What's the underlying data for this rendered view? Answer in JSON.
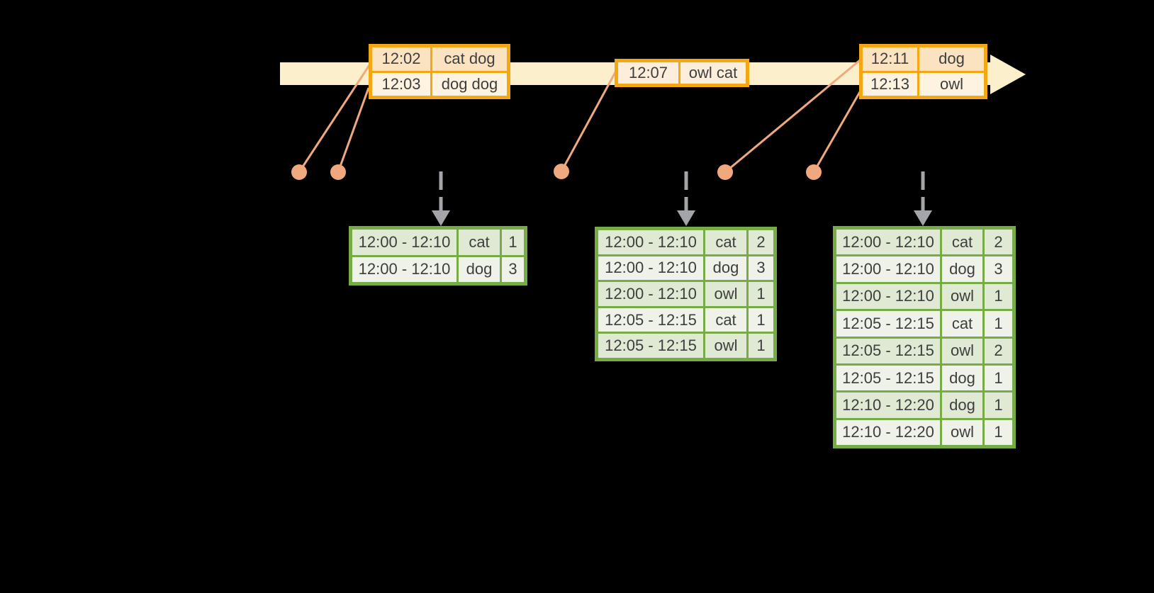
{
  "colors": {
    "bg": "#000000",
    "bar": "#FBF0CB",
    "orange": "#F2A713",
    "peach_dark": "#FBE2C1",
    "peach_light": "#FDF3E0",
    "peach_mid": "#FCEEDA",
    "salmon": "#F0A87E",
    "grey": "#A3A5A8",
    "green": "#77AB45",
    "green_dark": "#DFE9D4",
    "green_light": "#EEF2E9",
    "ink": "#3E3E3E"
  },
  "icons": {
    "timeline_arrow": "right-block-arrow",
    "trigger_arrow": "dashed-down-arrow",
    "event_marker": "filled-circle"
  },
  "event_tables": [
    {
      "rows": [
        {
          "time": "12:02",
          "words": "cat dog"
        },
        {
          "time": "12:03",
          "words": "dog dog"
        }
      ]
    },
    {
      "rows": [
        {
          "time": "12:07",
          "words": "owl cat"
        }
      ]
    },
    {
      "rows": [
        {
          "time": "12:11",
          "words": "dog"
        },
        {
          "time": "12:13",
          "words": "owl"
        }
      ]
    }
  ],
  "result_tables": [
    {
      "rows": [
        {
          "window": "12:00 - 12:10",
          "word": "cat",
          "count": "1"
        },
        {
          "window": "12:00 - 12:10",
          "word": "dog",
          "count": "3"
        }
      ]
    },
    {
      "rows": [
        {
          "window": "12:00 - 12:10",
          "word": "cat",
          "count": "2"
        },
        {
          "window": "12:00 - 12:10",
          "word": "dog",
          "count": "3"
        },
        {
          "window": "12:00 - 12:10",
          "word": "owl",
          "count": "1"
        },
        {
          "window": "12:05 - 12:15",
          "word": "cat",
          "count": "1"
        },
        {
          "window": "12:05 - 12:15",
          "word": "owl",
          "count": "1"
        }
      ]
    },
    {
      "rows": [
        {
          "window": "12:00 - 12:10",
          "word": "cat",
          "count": "2"
        },
        {
          "window": "12:00 - 12:10",
          "word": "dog",
          "count": "3"
        },
        {
          "window": "12:00 - 12:10",
          "word": "owl",
          "count": "1"
        },
        {
          "window": "12:05 - 12:15",
          "word": "cat",
          "count": "1"
        },
        {
          "window": "12:05 - 12:15",
          "word": "owl",
          "count": "2"
        },
        {
          "window": "12:05 - 12:15",
          "word": "dog",
          "count": "1"
        },
        {
          "window": "12:10 - 12:20",
          "word": "dog",
          "count": "1"
        },
        {
          "window": "12:10 - 12:20",
          "word": "owl",
          "count": "1"
        }
      ]
    }
  ]
}
